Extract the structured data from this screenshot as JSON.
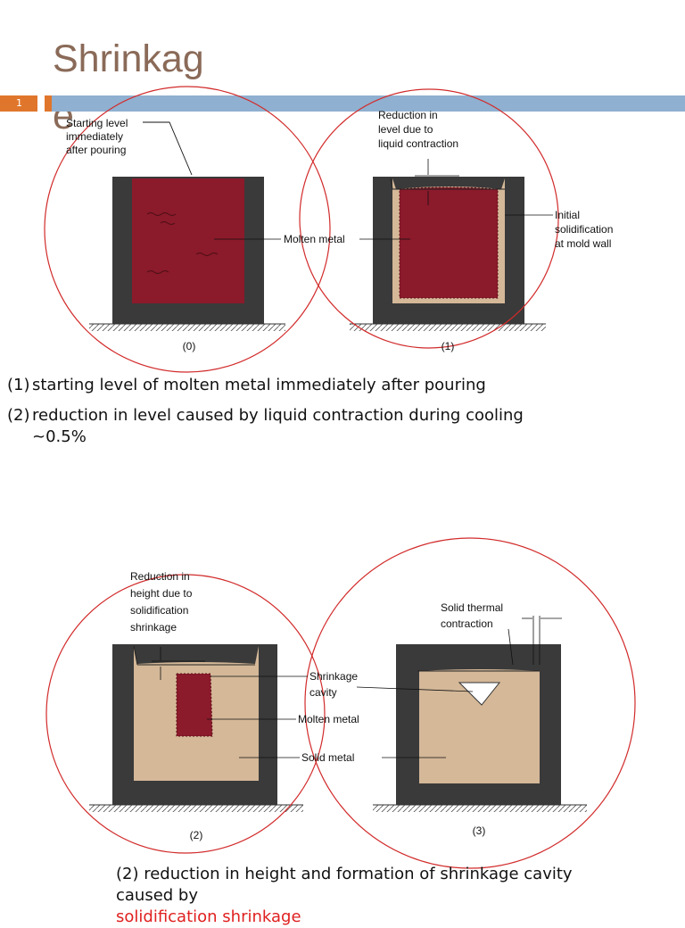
{
  "slide": {
    "title": "Shrinkage",
    "page_number": "1"
  },
  "figure_top": {
    "stage0_label": "(0)",
    "stage1_label": "(1)",
    "starting_level_label": [
      "Starting level",
      "immediately",
      "after pouring"
    ],
    "reduction_liquid_label": [
      "Reduction in",
      "level due to",
      "liquid contraction"
    ],
    "molten_metal_label": "Molten metal",
    "initial_solidification_label": [
      "Initial",
      "solidification",
      "at mold wall"
    ]
  },
  "list": [
    {
      "num": "(1)",
      "text": "starting level of molten metal immediately after pouring"
    },
    {
      "num": "(2)",
      "text": "reduction in level caused by liquid contraction during cooling",
      "extra": "~0.5%"
    }
  ],
  "figure_bottom": {
    "stage2_label": "(2)",
    "stage3_label": "(3)",
    "reduction_height_label": [
      "Reduction in",
      "height due to",
      "solidification",
      "shrinkage"
    ],
    "shrinkage_cavity_label": [
      "Shrinkage",
      "cavity"
    ],
    "molten_metal_label": "Molten metal",
    "solid_metal_label": "Solid metal",
    "solid_thermal_label": [
      "Solid thermal",
      "contraction"
    ]
  },
  "caption3": {
    "line1": "(2) reduction in height and formation of shrinkage cavity",
    "line2": "caused by",
    "line3_red": "solidification shrinkage"
  },
  "colors": {
    "molten": "#8b1a2b",
    "mold": "#3a3a3a",
    "solid": "#d4b898",
    "circle": "#d22b2b",
    "title": "#8a6a58"
  }
}
